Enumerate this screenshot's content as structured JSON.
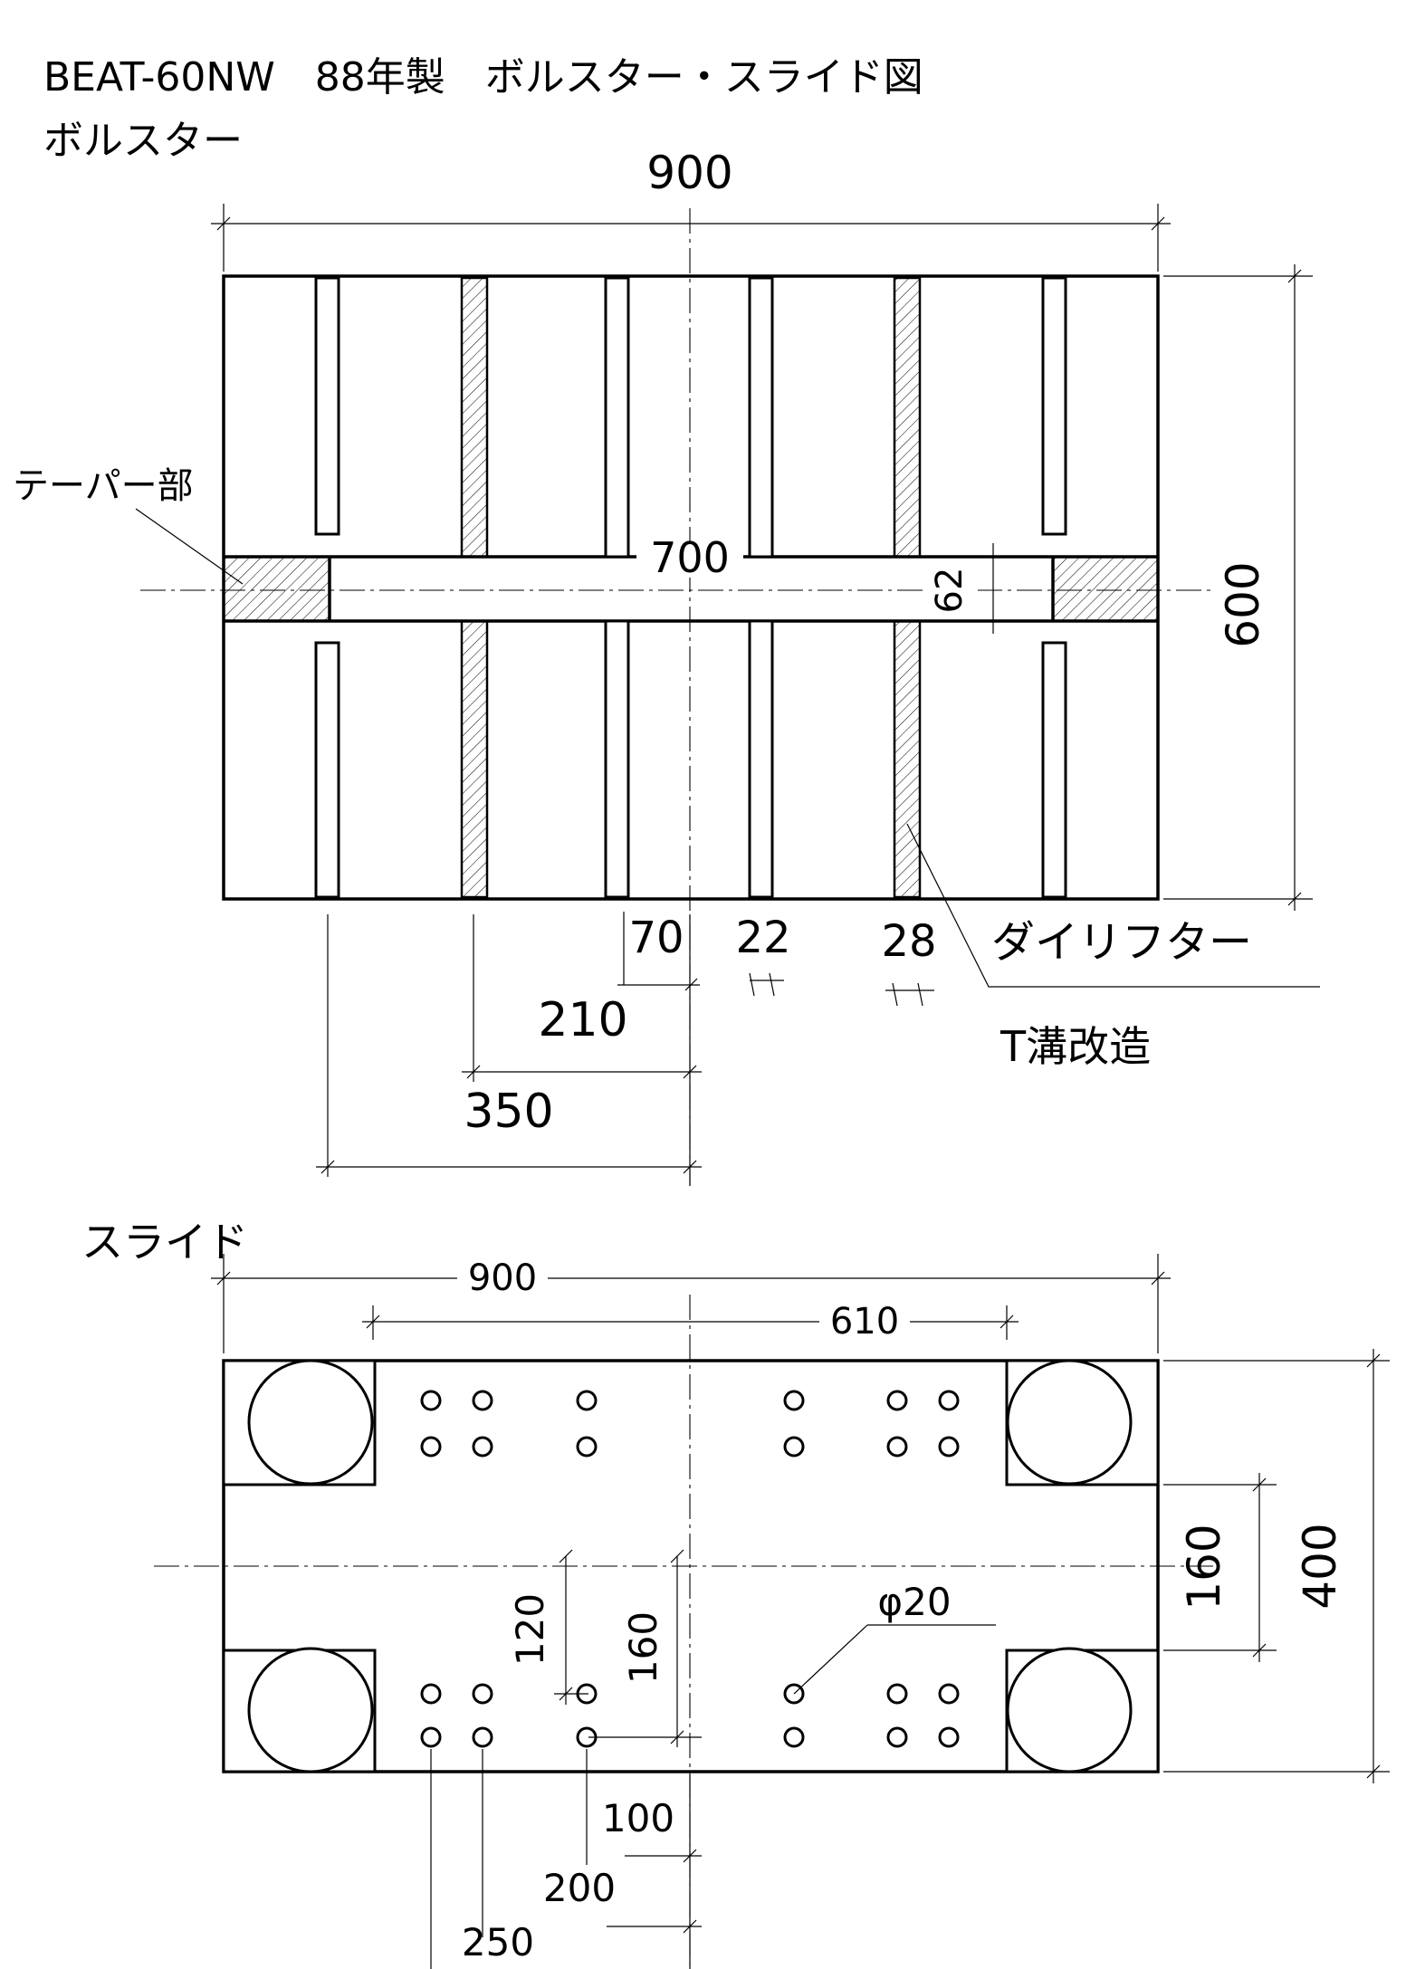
{
  "title": "BEAT-60NW　88年製　ボルスター・スライド図",
  "bolster": {
    "heading": "ボルスター",
    "dim_width": "900",
    "dim_depth": "600",
    "dim_groove_length": "700",
    "dim_groove_width": "62",
    "dim_slot_width_70": "70",
    "dim_slot_width_22": "22",
    "dim_slot_width_28": "28",
    "dim_210": "210",
    "dim_350": "350",
    "label_taper": "テーパー部",
    "label_die_lifter": "ダイリフター",
    "label_t_slot": "T溝改造"
  },
  "slide": {
    "heading": "スライド",
    "dim_width": "900",
    "dim_610": "610",
    "dim_depth": "400",
    "dim_160_right": "160",
    "dim_120": "120",
    "dim_160_inner": "160",
    "dim_hole_dia": "φ20",
    "dim_100": "100",
    "dim_200": "200",
    "dim_250": "250"
  }
}
